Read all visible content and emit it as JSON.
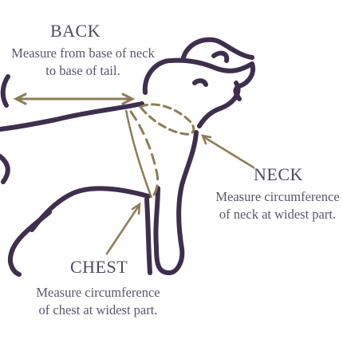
{
  "back": {
    "title": "BACK",
    "line1": "Measure from base of neck",
    "line2": "to base of tail."
  },
  "neck": {
    "title": "NECK",
    "line1": "Measure circumference",
    "line2": "of neck at widest part."
  },
  "chest": {
    "title": "CHEST",
    "line1": "Measure circumference",
    "line2": "of chest at widest part."
  },
  "colors": {
    "outline": "#3e2f4e",
    "measure": "#8c7d55",
    "text": "#4e4a5c"
  }
}
